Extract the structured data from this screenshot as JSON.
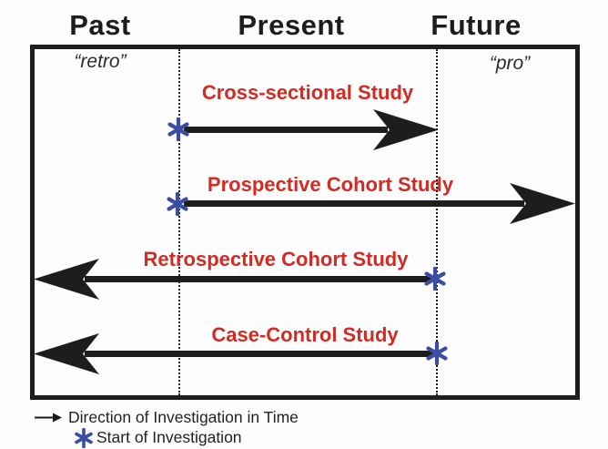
{
  "colors": {
    "red": "#d22b24",
    "blue": "#3b4da3",
    "black": "#1d1d1d",
    "background": "#fdfdfd"
  },
  "timeline": {
    "headers": [
      {
        "label": "Past"
      },
      {
        "label": "Present"
      },
      {
        "label": "Future"
      }
    ],
    "retro_label": "“retro”",
    "pro_label": "“pro”"
  },
  "studies": [
    {
      "label": "Cross-sectional Study",
      "direction": "right",
      "start_marker": "asterisk-on-present-start-line"
    },
    {
      "label": "Prospective Cohort Study",
      "direction": "right",
      "start_marker": "asterisk-on-present-start-line"
    },
    {
      "label": "Retrospective Cohort Study",
      "direction": "left",
      "start_marker": "asterisk-on-present-end-line"
    },
    {
      "label": "Case-Control Study",
      "direction": "left",
      "start_marker": "asterisk-on-present-end-line"
    }
  ],
  "legend": {
    "direction_icon": "right-arrow-icon",
    "direction_label": "Direction of Investigation in Time",
    "start_icon": "asterisk-icon",
    "start_label": "Start of Investigation"
  }
}
